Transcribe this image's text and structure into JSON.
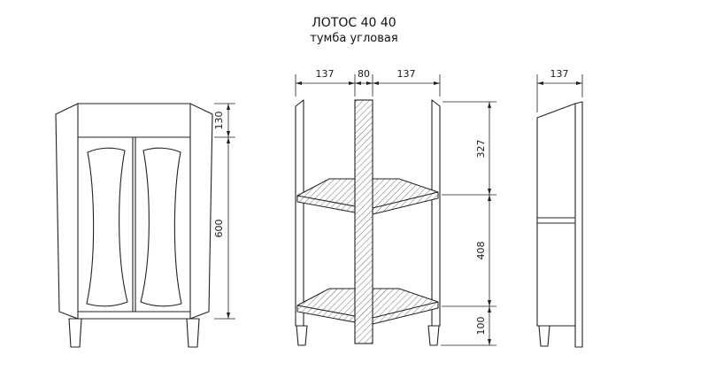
{
  "title": "ЛОТОС 40 40",
  "subtitle": "тумба угловая",
  "colors": {
    "ink": "#222222",
    "background": "#ffffff"
  },
  "dims": {
    "front_top": "130",
    "front_body": "600",
    "plan_left": "137",
    "plan_center": "80",
    "plan_right": "137",
    "height_top": "327",
    "height_middle": "408",
    "height_bottom": "100",
    "side_depth": "137"
  }
}
